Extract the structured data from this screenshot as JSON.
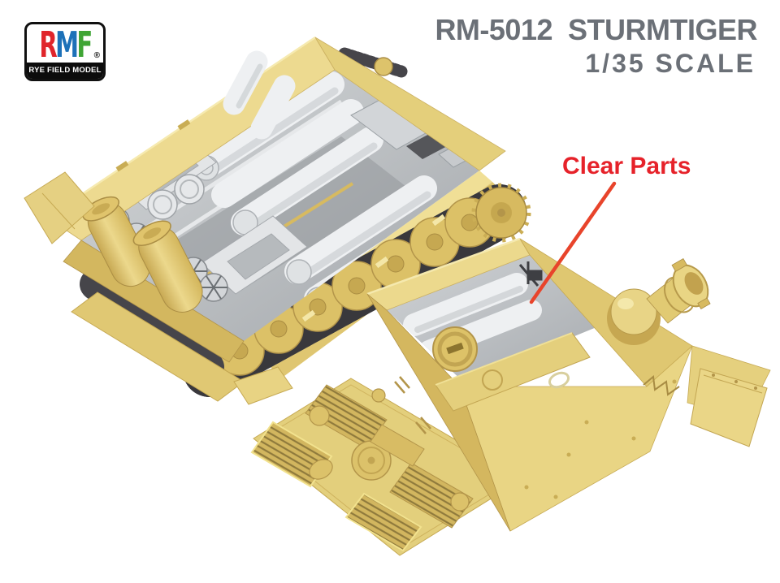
{
  "window": {
    "background": "#ffffff"
  },
  "logo": {
    "letters": [
      {
        "char": "R",
        "color": "#e0252b"
      },
      {
        "char": "M",
        "color": "#1d71b8"
      },
      {
        "char": "F",
        "color": "#3fa535"
      }
    ],
    "registered_mark": "®",
    "banner": "RYE FIELD MODEL",
    "banner_bg": "#0c0c0c",
    "banner_color": "#ffffff"
  },
  "header": {
    "title": "RM-5012  STURMTIGER",
    "subtitle": "1/35 SCALE",
    "color": "#6b7077"
  },
  "annotation": {
    "label": "Clear Parts",
    "color": "#e6222a",
    "line_color": "#e8442b"
  },
  "illustration": {
    "subject": "3D render of Sturmtiger model kit: open hull with rocket shells and interior, casemate with 38cm mortar, engine deck panel",
    "hull_yellow": "#e6d285",
    "hull_shadow": "#c9ad55",
    "interior_gray": "#d6d9db",
    "shell_white": "#eef0f2",
    "track_dark": "#47464b"
  }
}
